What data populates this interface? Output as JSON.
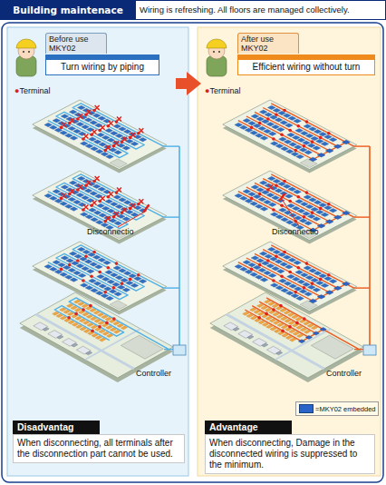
{
  "diagram": {
    "title": "Building maintenace",
    "nodes": [
      {
        "text": [
          "Before use MKY02",
          "Turn wiring by piping"
        ]
      },
      {
        "text": [
          "After use MKY02",
          "Efficient wiring without turn"
        ]
      },
      {
        "text": [
          "Disadvantag",
          "When disconnecting, all terminals after the disconnection part cannot be used."
        ]
      },
      {
        "text": [
          "Advantage",
          "When disconnecting, Damage in the disconnected wiring is suppressed to the minimum."
        ]
      }
    ],
    "labels": [
      "Wiring is refreshing. All floors are managed collectively.",
      "●Terminal",
      "Disconnectio",
      "Controller",
      "●Terminal",
      "Disconnectio",
      "Controller"
    ],
    "legend": [
      {
        "text": "=MKY02 embedded",
        "color": "#2a64c8"
      }
    ]
  }
}
